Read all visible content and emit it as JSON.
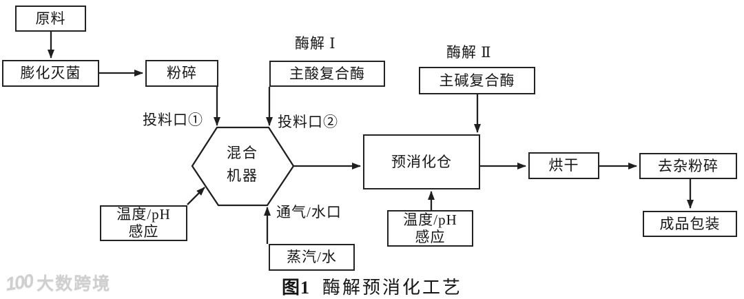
{
  "diagram": {
    "nodes": {
      "raw_material": "原料",
      "expansion_sterilization": "膨化灭菌",
      "crushing": "粉碎",
      "acid_complex_enzyme": "主酸复合酶",
      "alkali_complex_enzyme": "主碱复合酶",
      "mixer": {
        "line1": "混合",
        "line2": "机器"
      },
      "temp_ph_sensor_mixer": {
        "line1": "温度/pH",
        "line2": "感应"
      },
      "steam_water": "蒸汽/水",
      "predigestion_chamber": "预消化仓",
      "temp_ph_sensor_predigestion": {
        "line1": "温度/pH",
        "line2": "感应"
      },
      "drying": "烘干",
      "impurity_removal_crushing": "去杂粉碎",
      "finished_packaging": "成品包装"
    },
    "labels": {
      "enzymolysis_1": "酶解 Ⅰ",
      "enzymolysis_2": "酶解 Ⅱ",
      "feed_port_1": "投料口①",
      "feed_port_2": "投料口②",
      "vent_water_port": "通气/水口"
    },
    "caption": {
      "figure_label": "图1",
      "title": "酶解预消化工艺"
    },
    "watermark": {
      "logo": "100",
      "text": "大数跨境"
    },
    "colors": {
      "line": "#1f1f1f",
      "background": "#ffffff"
    }
  }
}
